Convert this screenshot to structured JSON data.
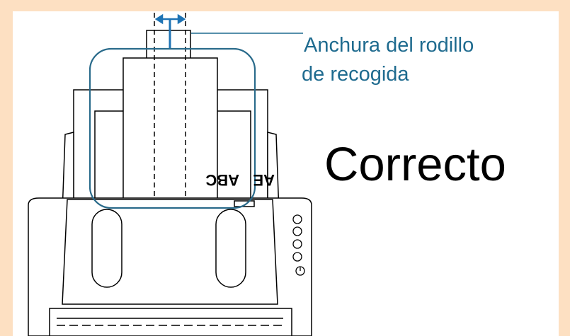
{
  "callout": {
    "line1": "Anchura del rodillo",
    "line2": "de recogida"
  },
  "verdict": "Correcto",
  "document": {
    "printed_text": "ABC",
    "printed_text_2": "AE"
  },
  "colors": {
    "frame": "#fde0c2",
    "highlight": "#2a6b8b",
    "callout_text": "#1f6b8f",
    "arrow": "#1e73b4"
  },
  "icons": {
    "power": "power-icon",
    "buttons": "round-button-icon"
  }
}
